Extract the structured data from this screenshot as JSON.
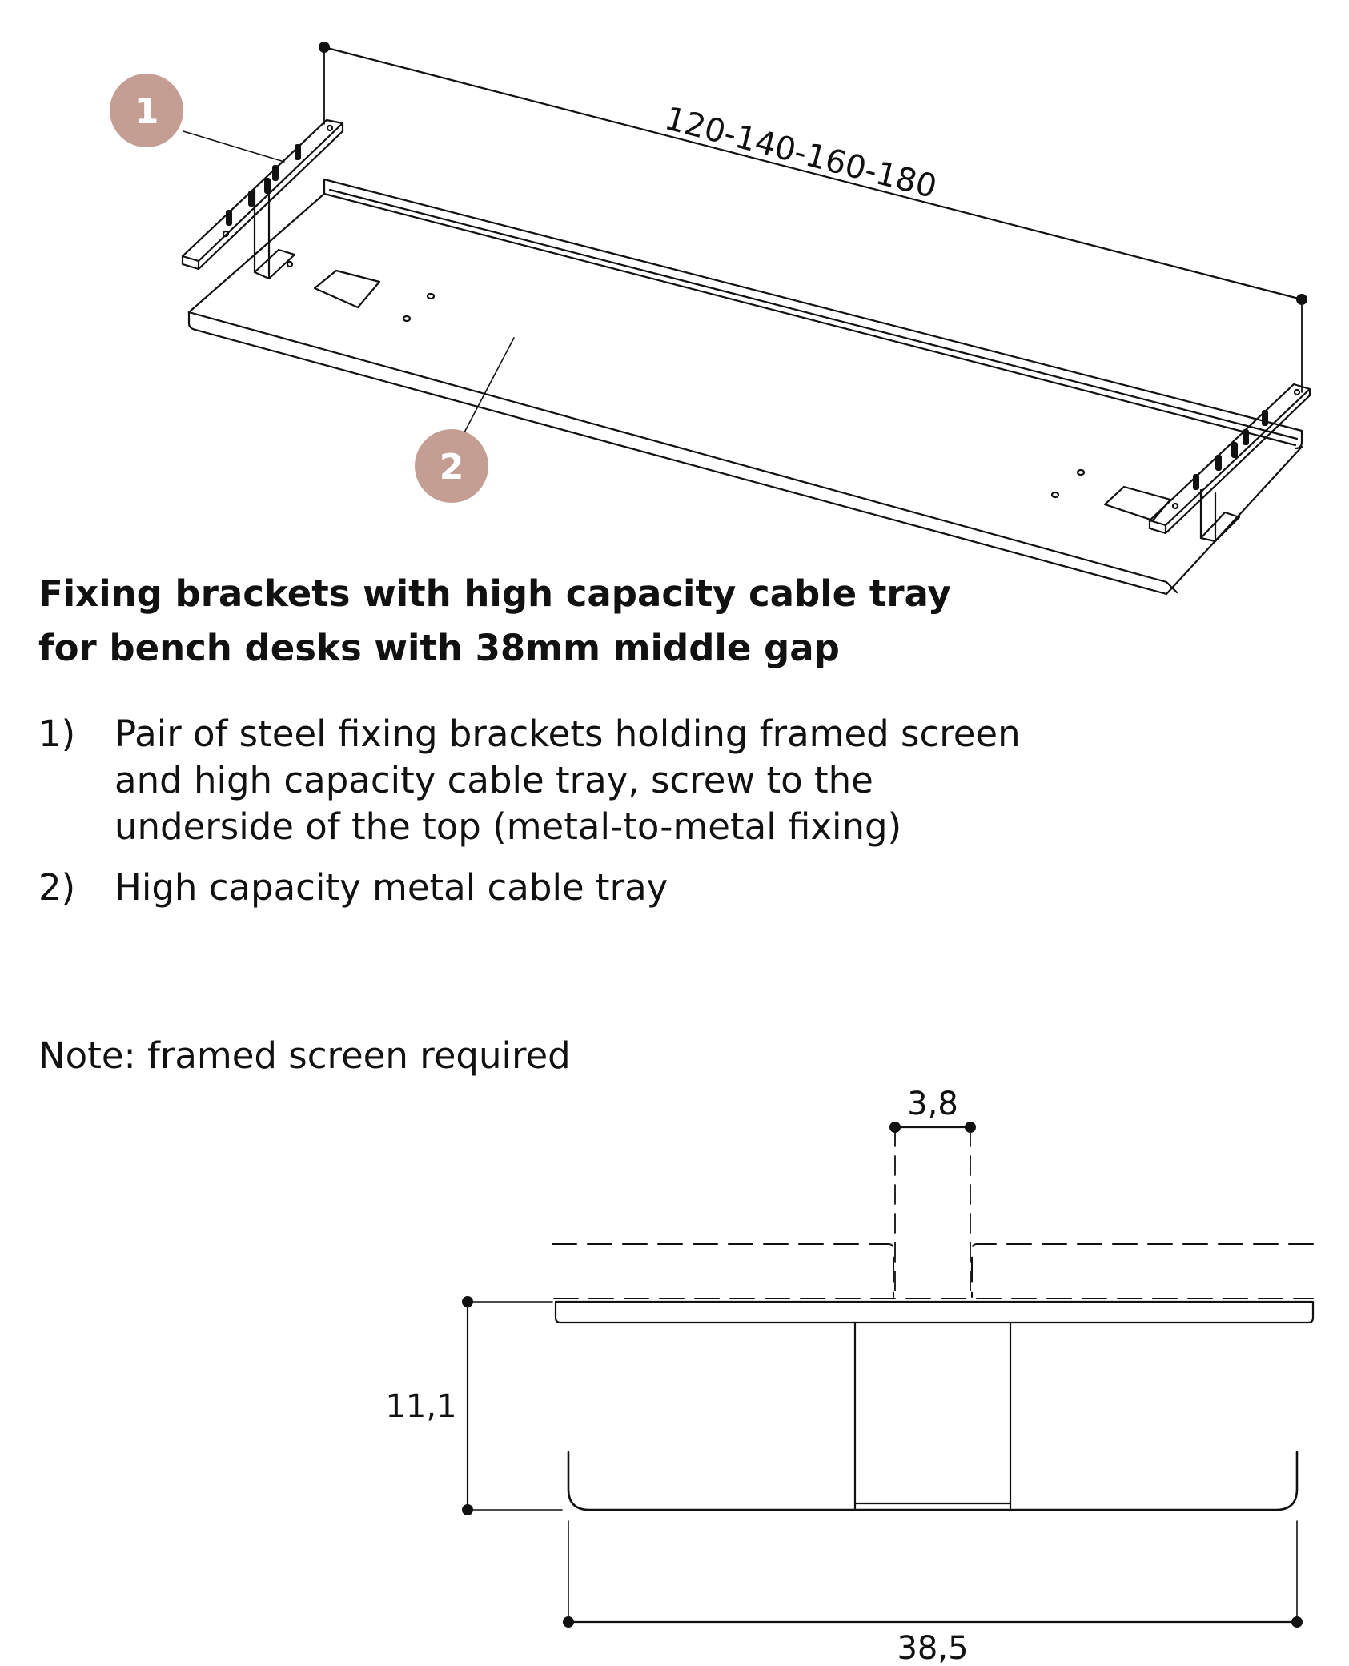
{
  "callouts": [
    {
      "number": "1",
      "color": "#c49e92"
    },
    {
      "number": "2",
      "color": "#c49e92"
    }
  ],
  "dimensions": {
    "length_range": "120-140-160-180",
    "gap": "3,8",
    "height": "11,1",
    "width": "38,5"
  },
  "heading": {
    "line1": "Fixing brackets with high capacity cable tray",
    "line2": "for bench desks with 38mm middle gap"
  },
  "items": [
    {
      "number": "1)",
      "text": "Pair of steel fixing brackets holding framed screen and high capacity cable tray, screw to the underside of the top (metal-to-metal fixing)"
    },
    {
      "number": "2)",
      "text": "High capacity metal cable tray"
    }
  ],
  "note": "Note: framed screen required"
}
